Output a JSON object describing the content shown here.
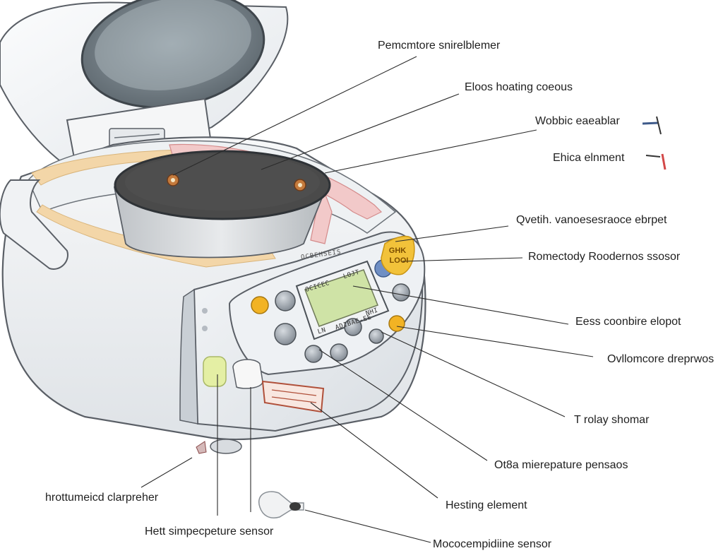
{
  "labels": {
    "temperature_sensor_top": "Pemcmtore snirelblemer",
    "heating_coils": "Eloos hoating  coeous",
    "wobble_chamber": "Wobbic eaeablar",
    "ehica_element": "Ehica  elnment",
    "qvetih_element": "Qvetih. vanoesesraoce ebrpet",
    "rometody_sensor": "Romectody Roodernos ssosor",
    "eess_element": "Eess  coonbire elopot",
    "ovlomcore": "Ovllomcore  dreprwos",
    "trolay_shomar": "T rolay shomar",
    "micrepature_sensor": "Ot8a mierepature pensaos",
    "heating_element": "Hesting  element",
    "hrottumeicd": "hrottumeicd  clarpreher",
    "hett_sensor": "Hett simpecpeture sensor",
    "mococempidiine_sensor": "Mococempidiine sensor"
  },
  "panel": {
    "brand": "OCBEHSEIS",
    "lcd_top_left": "OCICEC",
    "lcd_top_right": "LOJT",
    "lcd_bottom_left": "LN",
    "lcd_bottom_mid": "ADIBAE-EE",
    "lcd_bottom_right": "NHI",
    "badge_top": "GHK",
    "badge_bottom": "LOOI"
  },
  "colors": {
    "body": "#eef0f2",
    "outline": "#5a5f66",
    "pot_interior": "#4a4a4a",
    "lcd_screen": "#cfe3a6",
    "accent_orange": "#f2b324",
    "accent_blue": "#6f8fc4",
    "heating_band": "#e6a8a8",
    "warm_band": "#f3d6a8",
    "indicator_green": "#e4efa4"
  }
}
